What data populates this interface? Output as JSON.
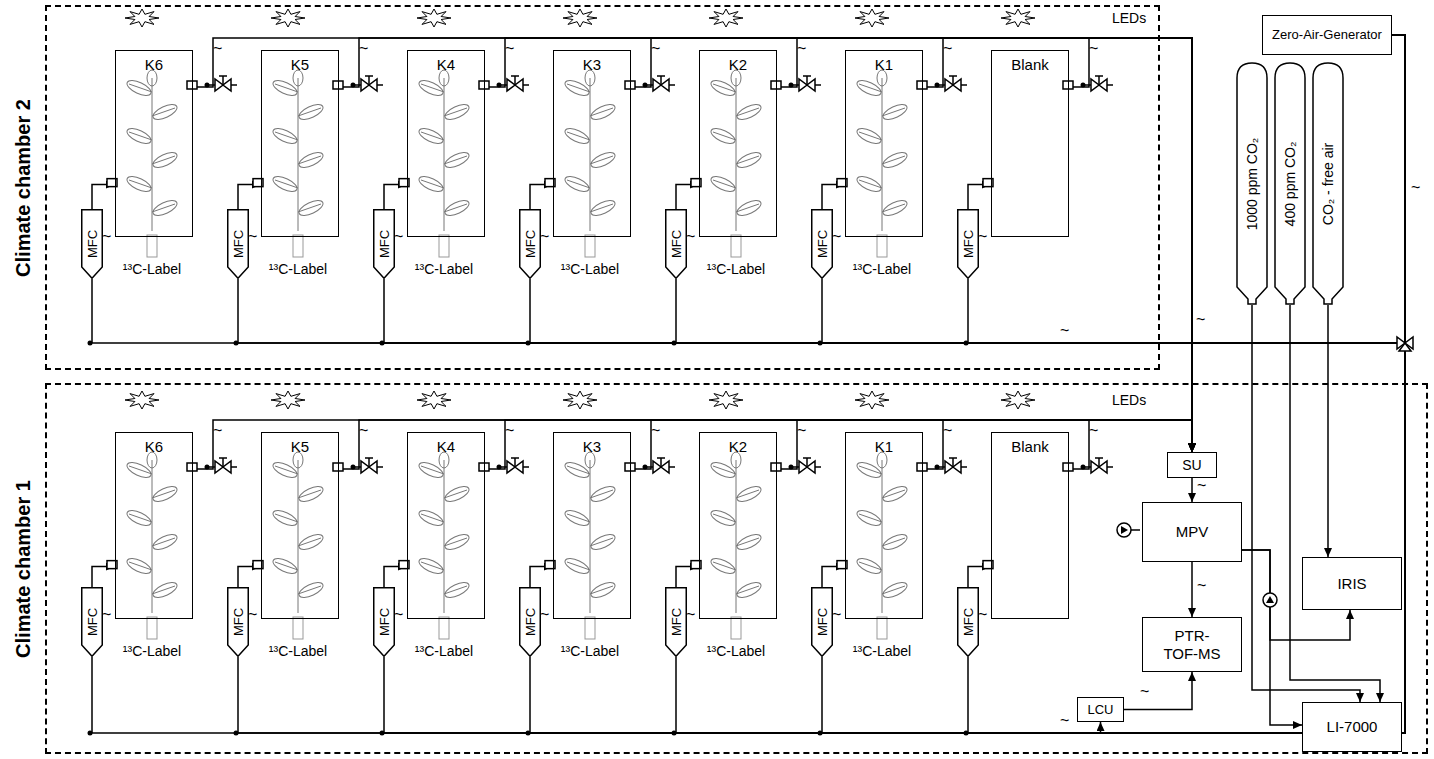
{
  "diagram": {
    "nodes": [
      {
        "text": [
          "Climate chamber 2"
        ]
      },
      {
        "text": [
          "K6"
        ],
        "in": 0
      },
      {
        "text": [
          "K5"
        ],
        "in": 0
      },
      {
        "text": [
          "K4"
        ],
        "in": 0
      },
      {
        "text": [
          "K3"
        ],
        "in": 0
      },
      {
        "text": [
          "K2"
        ],
        "in": 0
      },
      {
        "text": [
          "K1"
        ],
        "in": 0
      },
      {
        "text": [
          "Blank"
        ],
        "in": 0
      },
      {
        "text": [
          "MFC"
        ],
        "in": 0
      },
      {
        "text": [
          "MFC"
        ],
        "in": 0
      },
      {
        "text": [
          "MFC"
        ],
        "in": 0
      },
      {
        "text": [
          "MFC"
        ],
        "in": 0
      },
      {
        "text": [
          "MFC"
        ],
        "in": 0
      },
      {
        "text": [
          "MFC"
        ],
        "in": 0
      },
      {
        "text": [
          "MFC"
        ],
        "in": 0
      },
      {
        "text": [
          "Zero-Air-Generator"
        ]
      },
      {
        "text": [
          "1000 ppm CO₂"
        ]
      },
      {
        "text": [
          "400 ppm CO₂"
        ]
      },
      {
        "text": [
          "CO₂ - free air"
        ]
      },
      {
        "text": [
          "Climate chamber 1"
        ]
      },
      {
        "text": [
          "K6"
        ],
        "in": 19
      },
      {
        "text": [
          "K5"
        ],
        "in": 19
      },
      {
        "text": [
          "K4"
        ],
        "in": 19
      },
      {
        "text": [
          "K3"
        ],
        "in": 19
      },
      {
        "text": [
          "K2"
        ],
        "in": 19
      },
      {
        "text": [
          "K1"
        ],
        "in": 19
      },
      {
        "text": [
          "Blank"
        ],
        "in": 19
      },
      {
        "text": [
          "MFC"
        ],
        "in": 19
      },
      {
        "text": [
          "MFC"
        ],
        "in": 19
      },
      {
        "text": [
          "MFC"
        ],
        "in": 19
      },
      {
        "text": [
          "MFC"
        ],
        "in": 19
      },
      {
        "text": [
          "MFC"
        ],
        "in": 19
      },
      {
        "text": [
          "MFC"
        ],
        "in": 19
      },
      {
        "text": [
          "MFC"
        ],
        "in": 19
      },
      {
        "text": [
          "SU"
        ],
        "in": 19
      },
      {
        "text": [
          "MPV"
        ],
        "in": 19
      },
      {
        "text": [
          "IRIS"
        ],
        "in": 19
      },
      {
        "text": [
          "PTR-TOF-MS"
        ],
        "in": 19
      },
      {
        "text": [
          "LI-7000"
        ],
        "in": 19
      },
      {
        "text": [
          "LCU"
        ],
        "in": 19
      }
    ],
    "edges": [
      {
        "from": 8,
        "to": 1,
        "arrow": "to"
      },
      {
        "from": 9,
        "to": 2,
        "arrow": "to"
      },
      {
        "from": 10,
        "to": 3,
        "arrow": "to"
      },
      {
        "from": 11,
        "to": 4,
        "arrow": "to"
      },
      {
        "from": 12,
        "to": 5,
        "arrow": "to"
      },
      {
        "from": 13,
        "to": 6,
        "arrow": "to"
      },
      {
        "from": 14,
        "to": 7,
        "arrow": "to"
      },
      {
        "from": 27,
        "to": 20,
        "arrow": "to"
      },
      {
        "from": 28,
        "to": 21,
        "arrow": "to"
      },
      {
        "from": 29,
        "to": 22,
        "arrow": "to"
      },
      {
        "from": 30,
        "to": 23,
        "arrow": "to"
      },
      {
        "from": 31,
        "to": 24,
        "arrow": "to"
      },
      {
        "from": 32,
        "to": 25,
        "arrow": "to"
      },
      {
        "from": 33,
        "to": 26,
        "arrow": "to"
      },
      {
        "from": 1,
        "to": 34,
        "arrow": "to"
      },
      {
        "from": 2,
        "to": 34,
        "arrow": "to"
      },
      {
        "from": 3,
        "to": 34,
        "arrow": "to"
      },
      {
        "from": 4,
        "to": 34,
        "arrow": "to"
      },
      {
        "from": 5,
        "to": 34,
        "arrow": "to"
      },
      {
        "from": 6,
        "to": 34,
        "arrow": "to"
      },
      {
        "from": 7,
        "to": 34,
        "arrow": "to"
      },
      {
        "from": 20,
        "to": 34,
        "arrow": "to"
      },
      {
        "from": 21,
        "to": 34,
        "arrow": "to"
      },
      {
        "from": 22,
        "to": 34,
        "arrow": "to"
      },
      {
        "from": 23,
        "to": 34,
        "arrow": "to"
      },
      {
        "from": 24,
        "to": 34,
        "arrow": "to"
      },
      {
        "from": 25,
        "to": 34,
        "arrow": "to"
      },
      {
        "from": 26,
        "to": 34,
        "arrow": "to"
      },
      {
        "from": 15,
        "to": 8,
        "arrow": "none"
      },
      {
        "from": 15,
        "to": 9,
        "arrow": "none"
      },
      {
        "from": 15,
        "to": 10,
        "arrow": "none"
      },
      {
        "from": 15,
        "to": 11,
        "arrow": "none"
      },
      {
        "from": 15,
        "to": 12,
        "arrow": "none"
      },
      {
        "from": 15,
        "to": 13,
        "arrow": "none"
      },
      {
        "from": 15,
        "to": 14,
        "arrow": "none"
      },
      {
        "from": 15,
        "to": 27,
        "arrow": "none"
      },
      {
        "from": 15,
        "to": 28,
        "arrow": "none"
      },
      {
        "from": 15,
        "to": 29,
        "arrow": "none"
      },
      {
        "from": 15,
        "to": 30,
        "arrow": "none"
      },
      {
        "from": 15,
        "to": 31,
        "arrow": "none"
      },
      {
        "from": 15,
        "to": 32,
        "arrow": "none"
      },
      {
        "from": 15,
        "to": 33,
        "arrow": "none"
      },
      {
        "from": 15,
        "to": 39,
        "arrow": "to"
      },
      {
        "from": 34,
        "to": 35,
        "arrow": "to"
      },
      {
        "from": 35,
        "to": 37,
        "arrow": "to"
      },
      {
        "from": 35,
        "to": 36,
        "arrow": "to"
      },
      {
        "from": 35,
        "to": 38,
        "arrow": "to"
      },
      {
        "from": 39,
        "to": 37,
        "arrow": "to"
      },
      {
        "from": 16,
        "to": 38,
        "arrow": "to"
      },
      {
        "from": 17,
        "to": 38,
        "arrow": "to"
      },
      {
        "from": 18,
        "to": 36,
        "arrow": "to"
      }
    ],
    "labels": [
      "LEDs",
      "¹³C-Label",
      "¹³C-Label",
      "¹³C-Label",
      "¹³C-Label",
      "¹³C-Label",
      "¹³C-Label",
      "~",
      "~",
      "~",
      "~",
      "~",
      "~",
      "~",
      "~",
      "~",
      "~",
      "~",
      "~",
      "~",
      "~",
      "~",
      "~",
      "~",
      "LEDs",
      "¹³C-Label",
      "¹³C-Label",
      "¹³C-Label",
      "¹³C-Label",
      "¹³C-Label",
      "¹³C-Label",
      "~",
      "~",
      "~",
      "~",
      "~",
      "~",
      "~",
      "~",
      "~",
      "~",
      "~",
      "~",
      "~",
      "~",
      "~",
      "~",
      "~",
      "~"
    ]
  }
}
